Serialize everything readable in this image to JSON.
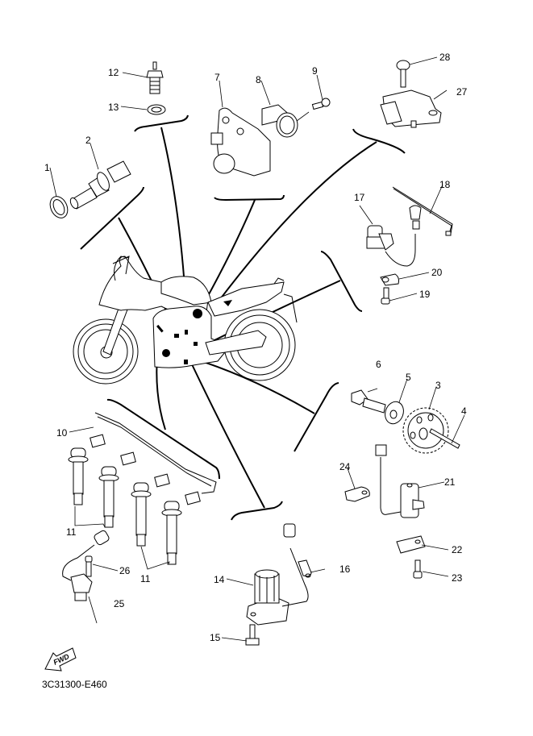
{
  "diagram": {
    "title_code": "3C31300-E460",
    "fwd_label": "FWD",
    "line_color": "#000000",
    "background_color": "#ffffff",
    "callouts": [
      {
        "id": "1",
        "label": "1"
      },
      {
        "id": "2",
        "label": "2"
      },
      {
        "id": "3",
        "label": "3"
      },
      {
        "id": "4",
        "label": "4"
      },
      {
        "id": "5",
        "label": "5"
      },
      {
        "id": "6",
        "label": "6"
      },
      {
        "id": "7",
        "label": "7"
      },
      {
        "id": "8",
        "label": "8"
      },
      {
        "id": "9",
        "label": "9"
      },
      {
        "id": "10",
        "label": "10"
      },
      {
        "id": "11a",
        "label": "11"
      },
      {
        "id": "11b",
        "label": "11"
      },
      {
        "id": "12",
        "label": "12"
      },
      {
        "id": "13",
        "label": "13"
      },
      {
        "id": "14",
        "label": "14"
      },
      {
        "id": "15",
        "label": "15"
      },
      {
        "id": "16",
        "label": "16"
      },
      {
        "id": "17",
        "label": "17"
      },
      {
        "id": "18",
        "label": "18"
      },
      {
        "id": "19",
        "label": "19"
      },
      {
        "id": "20",
        "label": "20"
      },
      {
        "id": "21",
        "label": "21"
      },
      {
        "id": "22",
        "label": "22"
      },
      {
        "id": "23",
        "label": "23"
      },
      {
        "id": "24",
        "label": "24"
      },
      {
        "id": "25",
        "label": "25"
      },
      {
        "id": "26",
        "label": "26"
      },
      {
        "id": "27",
        "label": "27"
      },
      {
        "id": "28",
        "label": "28"
      }
    ]
  }
}
